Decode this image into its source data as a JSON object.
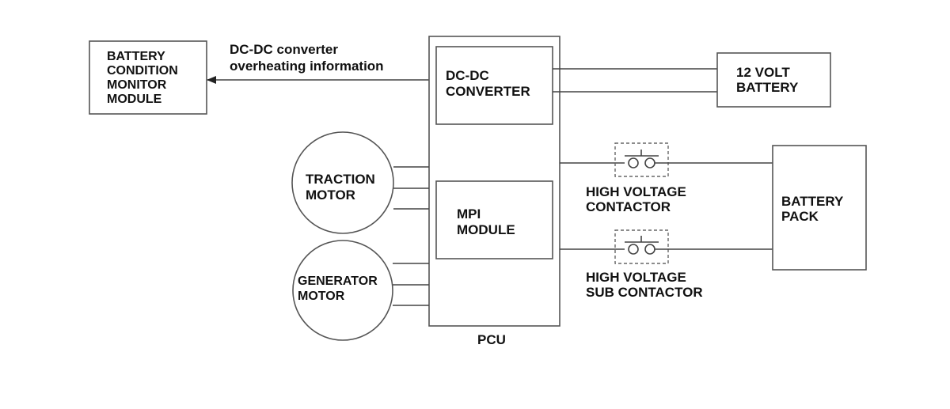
{
  "battery_monitor": {
    "lines": [
      "BATTERY",
      "CONDITION",
      "MONITOR",
      "MODULE"
    ]
  },
  "overheat_label": {
    "lines": [
      "DC-DC converter",
      "overheating information"
    ]
  },
  "dcdc_converter": {
    "lines": [
      "DC-DC",
      "CONVERTER"
    ]
  },
  "volt_battery": {
    "lines": [
      "12 VOLT",
      "BATTERY"
    ]
  },
  "traction_motor": {
    "lines": [
      "TRACTION",
      "MOTOR"
    ]
  },
  "mpi_module": {
    "lines": [
      "MPI",
      "MODULE"
    ]
  },
  "generator_motor": {
    "lines": [
      "GENERATOR",
      "MOTOR"
    ]
  },
  "hv_contactor": {
    "lines": [
      "HIGH VOLTAGE",
      "CONTACTOR"
    ]
  },
  "hv_sub_contactor": {
    "lines": [
      "HIGH VOLTAGE",
      "SUB CONTACTOR"
    ]
  },
  "battery_pack": {
    "lines": [
      "BATTERY",
      "PACK"
    ]
  },
  "pcu": {
    "label": "PCU"
  }
}
